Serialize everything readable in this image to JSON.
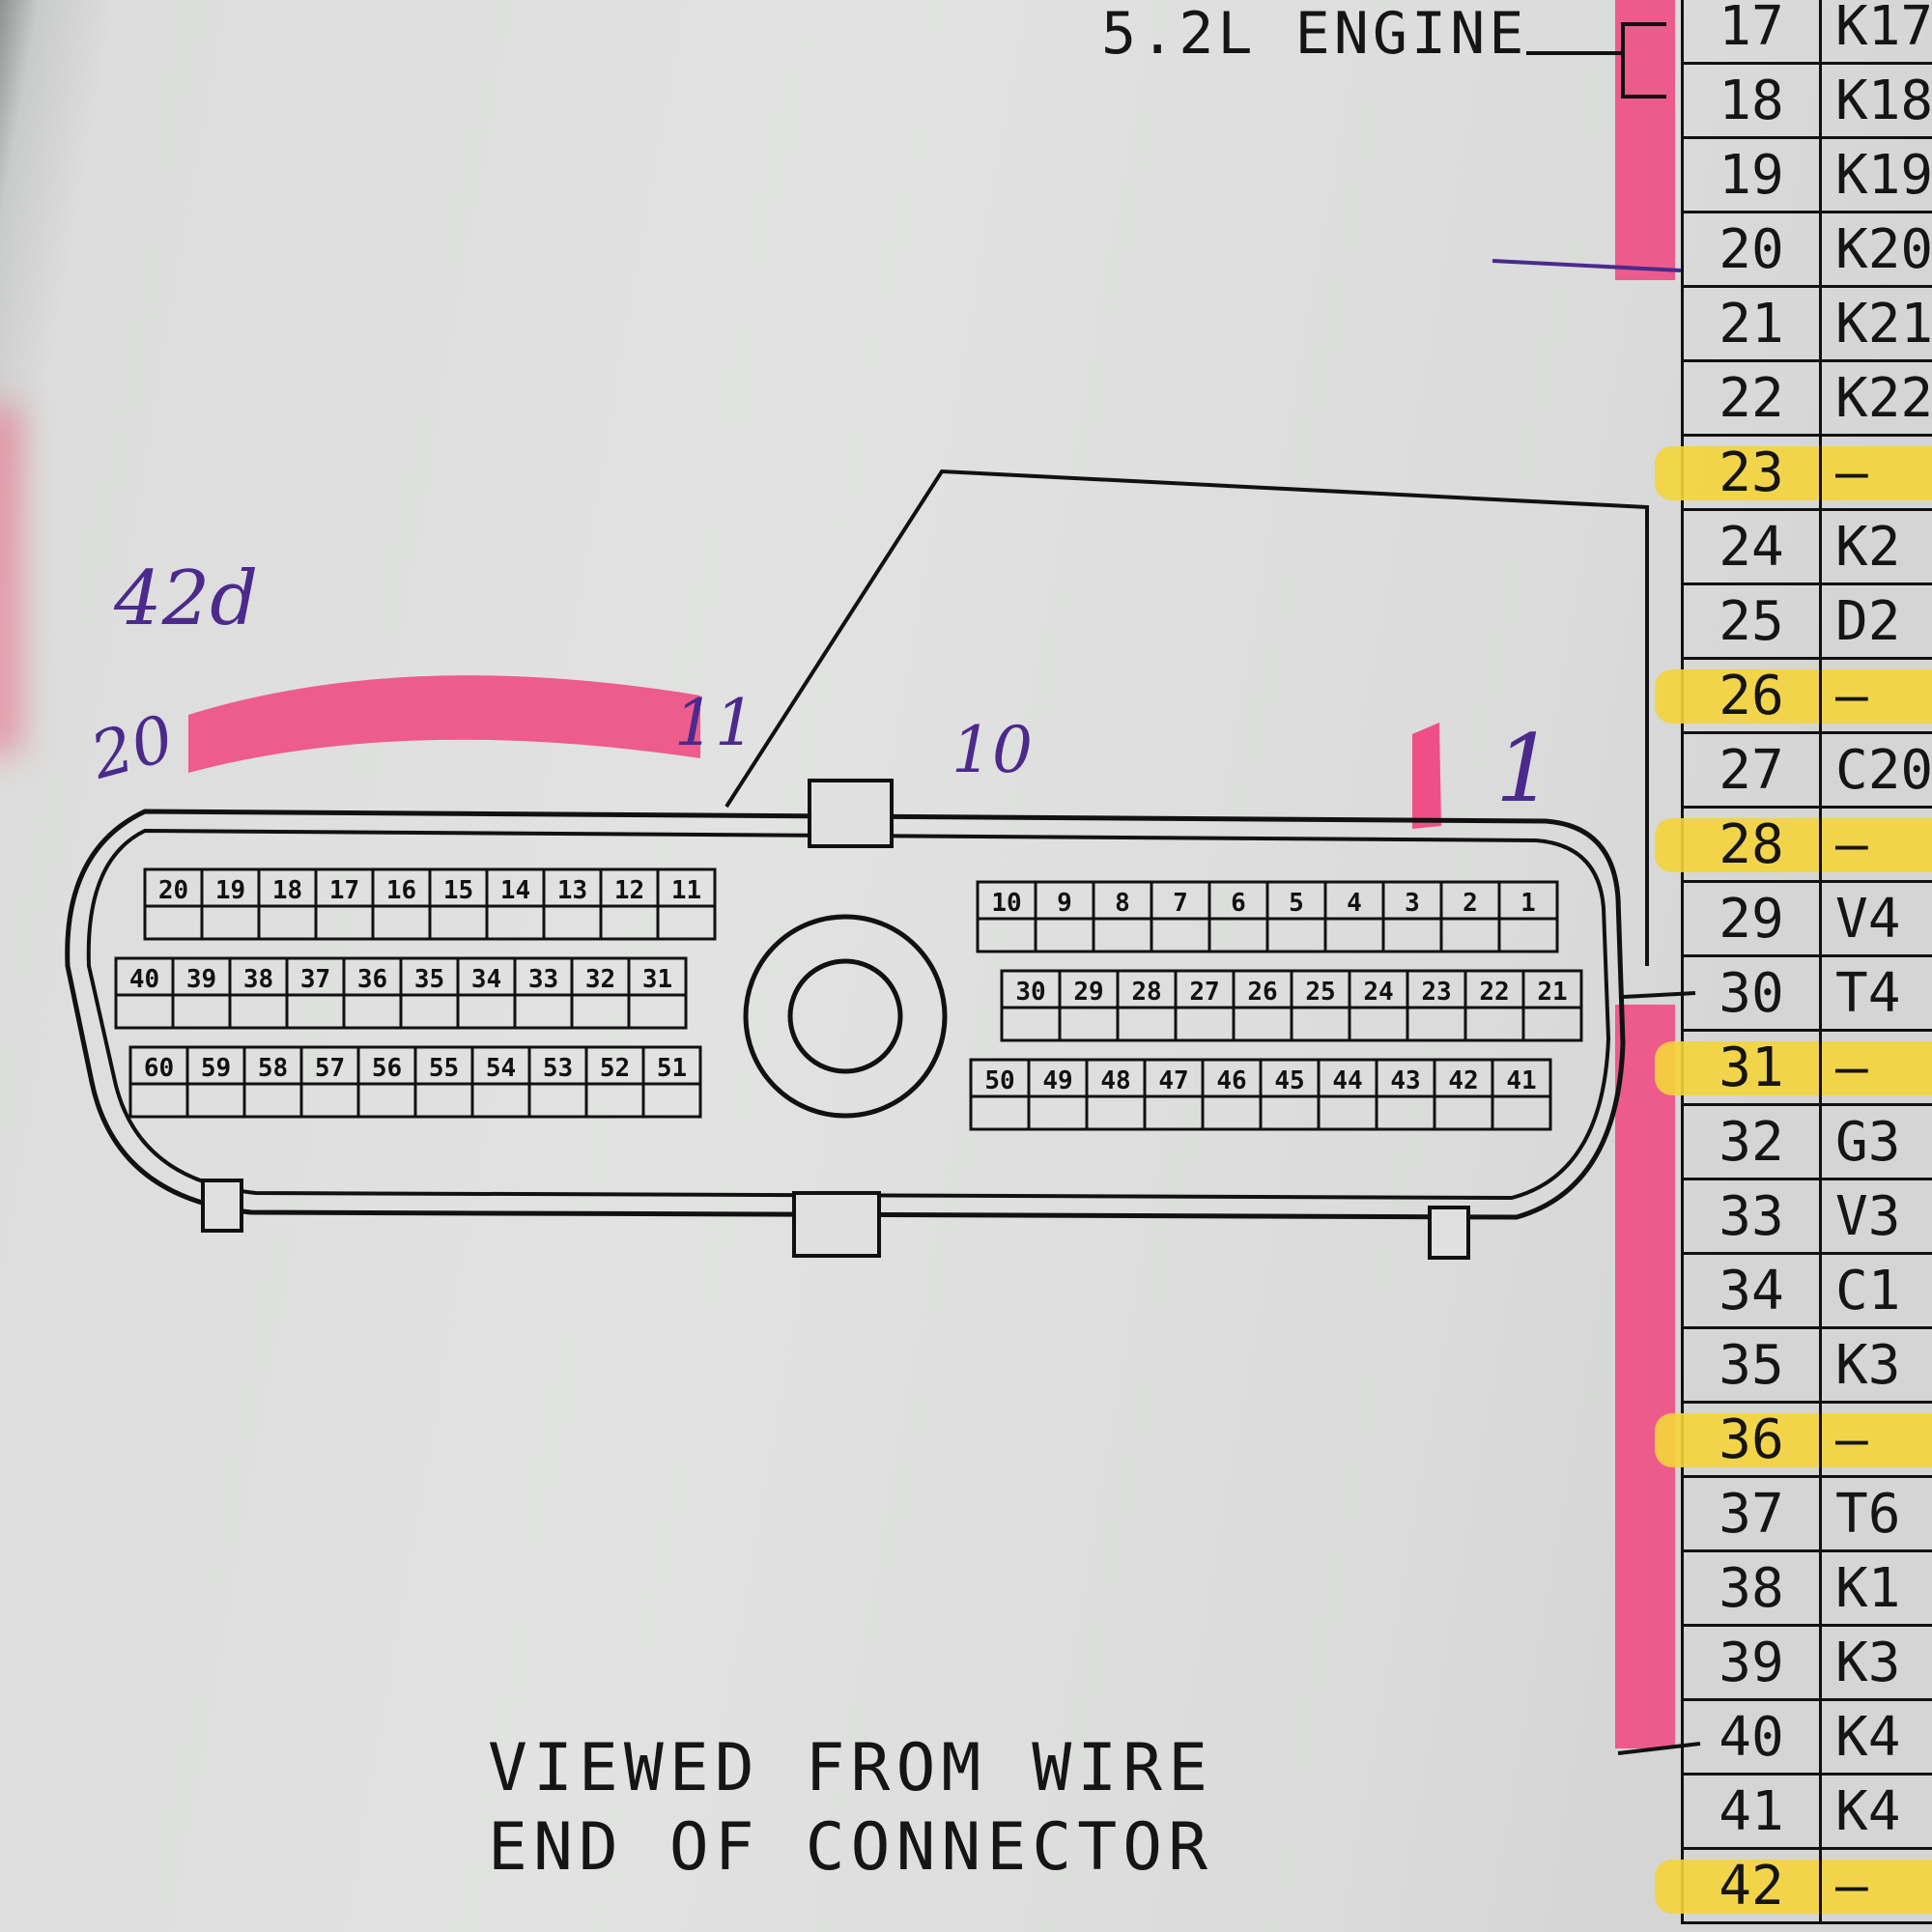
{
  "header": {
    "engine_label": "5.2L ENGINE"
  },
  "caption": {
    "line1": "VIEWED FROM WIRE",
    "line2": "END OF CONNECTOR"
  },
  "handwritten": {
    "n_42": "42d",
    "n_20": "20",
    "n_11": "11",
    "n_10": "10",
    "n_1": "1"
  },
  "pin_table": [
    {
      "pin": "17",
      "code": "K17",
      "highlight": false
    },
    {
      "pin": "18",
      "code": "K18",
      "highlight": false
    },
    {
      "pin": "19",
      "code": "K19",
      "highlight": false
    },
    {
      "pin": "20",
      "code": "K20",
      "highlight": false
    },
    {
      "pin": "21",
      "code": "K21",
      "highlight": false
    },
    {
      "pin": "22",
      "code": "K22",
      "highlight": false
    },
    {
      "pin": "23",
      "code": "—",
      "highlight": true
    },
    {
      "pin": "24",
      "code": "K2",
      "highlight": false
    },
    {
      "pin": "25",
      "code": "D2",
      "highlight": false
    },
    {
      "pin": "26",
      "code": "—",
      "highlight": true
    },
    {
      "pin": "27",
      "code": "C20",
      "highlight": false
    },
    {
      "pin": "28",
      "code": "—",
      "highlight": true
    },
    {
      "pin": "29",
      "code": "V4",
      "highlight": false
    },
    {
      "pin": "30",
      "code": "T4",
      "highlight": false
    },
    {
      "pin": "31",
      "code": "—",
      "highlight": true
    },
    {
      "pin": "32",
      "code": "G3",
      "highlight": false
    },
    {
      "pin": "33",
      "code": "V3",
      "highlight": false
    },
    {
      "pin": "34",
      "code": "C1",
      "highlight": false
    },
    {
      "pin": "35",
      "code": "K3",
      "highlight": false
    },
    {
      "pin": "36",
      "code": "—",
      "highlight": true
    },
    {
      "pin": "37",
      "code": "T6",
      "highlight": false
    },
    {
      "pin": "38",
      "code": "K1",
      "highlight": false
    },
    {
      "pin": "39",
      "code": "K3",
      "highlight": false
    },
    {
      "pin": "40",
      "code": "K4",
      "highlight": false
    },
    {
      "pin": "41",
      "code": "K4",
      "highlight": false
    },
    {
      "pin": "42",
      "code": "—",
      "highlight": true
    }
  ],
  "connector": {
    "left_block": [
      [
        "20",
        "19",
        "18",
        "17",
        "16",
        "15",
        "14",
        "13",
        "12",
        "11"
      ],
      [
        "40",
        "39",
        "38",
        "37",
        "36",
        "35",
        "34",
        "33",
        "32",
        "31"
      ],
      [
        "60",
        "59",
        "58",
        "57",
        "56",
        "55",
        "54",
        "53",
        "52",
        "51"
      ]
    ],
    "right_block": [
      [
        "10",
        "9",
        "8",
        "7",
        "6",
        "5",
        "4",
        "3",
        "2",
        "1"
      ],
      [
        "30",
        "29",
        "28",
        "27",
        "26",
        "25",
        "24",
        "23",
        "22",
        "21"
      ],
      [
        "50",
        "49",
        "48",
        "47",
        "46",
        "45",
        "44",
        "43",
        "42",
        "41"
      ]
    ]
  },
  "colors": {
    "pink_marker": "#ef4f86",
    "yellow_marker": "#f4d43b",
    "pen": "#4b2a8c"
  }
}
